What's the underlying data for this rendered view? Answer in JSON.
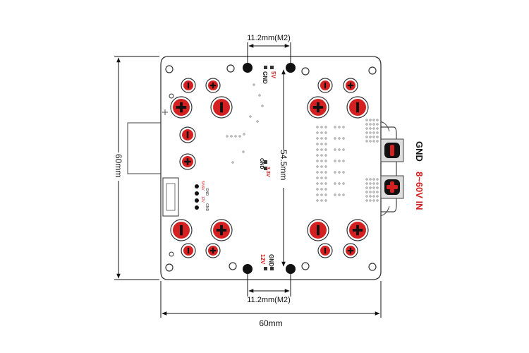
{
  "dimensions": {
    "top_hole_spacing": "11.2mm(M2)",
    "bottom_hole_spacing": "11.2mm(M2)",
    "vertical_span": "54.5mm",
    "board_height": "60mm",
    "board_width": "60mm"
  },
  "silkscreen": {
    "top_gnd": "GND",
    "top_5v": "5V",
    "mid_gnd": "GND",
    "mid_3v3": "3.3V",
    "bottom_12v": "12V",
    "bottom_gnd": "GND",
    "small_pins": [
      "5V/6V",
      "GND",
      "12V",
      "GND"
    ]
  },
  "power_input": {
    "gnd_label": "GND",
    "vin_label": "8~60V IN"
  },
  "colors": {
    "accent": "#d42020",
    "outline": "#222222",
    "dimension": "#111111"
  }
}
